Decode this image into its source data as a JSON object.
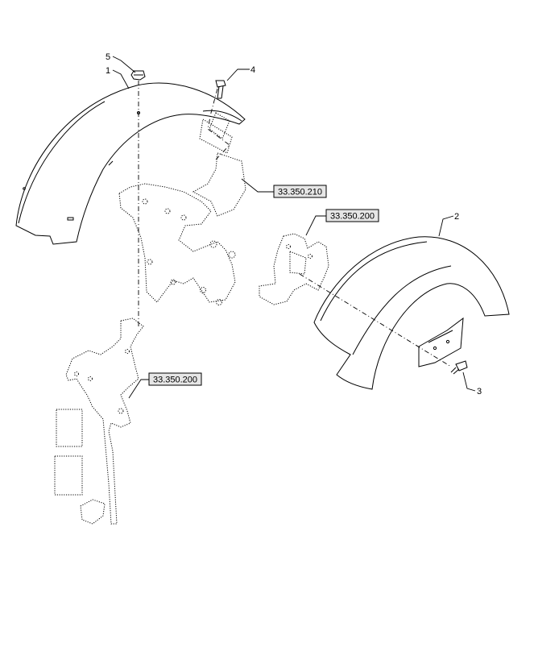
{
  "callouts": {
    "c1": "1",
    "c2": "2",
    "c3": "3",
    "c4": "4",
    "c5": "5"
  },
  "references": {
    "ref_top": "33.350.210",
    "ref_mid_right": "33.350.200",
    "ref_bottom_left": "33.350.200"
  },
  "colors": {
    "reference_box_fill": "#e6e6e6",
    "line": "#000000"
  }
}
